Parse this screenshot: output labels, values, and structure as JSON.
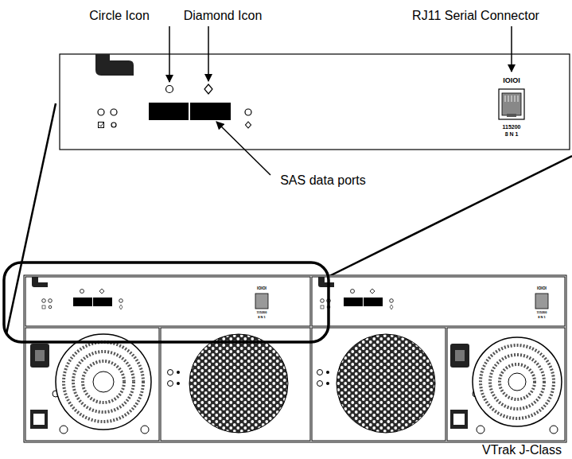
{
  "diagram": {
    "caption": "VTrak J-Class",
    "labels": [
      "Circle Icon",
      "Diamond Icon",
      "RJ11 Serial Connector",
      "IOIOI",
      "115200",
      "8 N 1",
      "SAS data ports",
      "IOIOI",
      "115200",
      "8 N 1",
      "IOIOI",
      "115200",
      "8 N 1"
    ]
  }
}
